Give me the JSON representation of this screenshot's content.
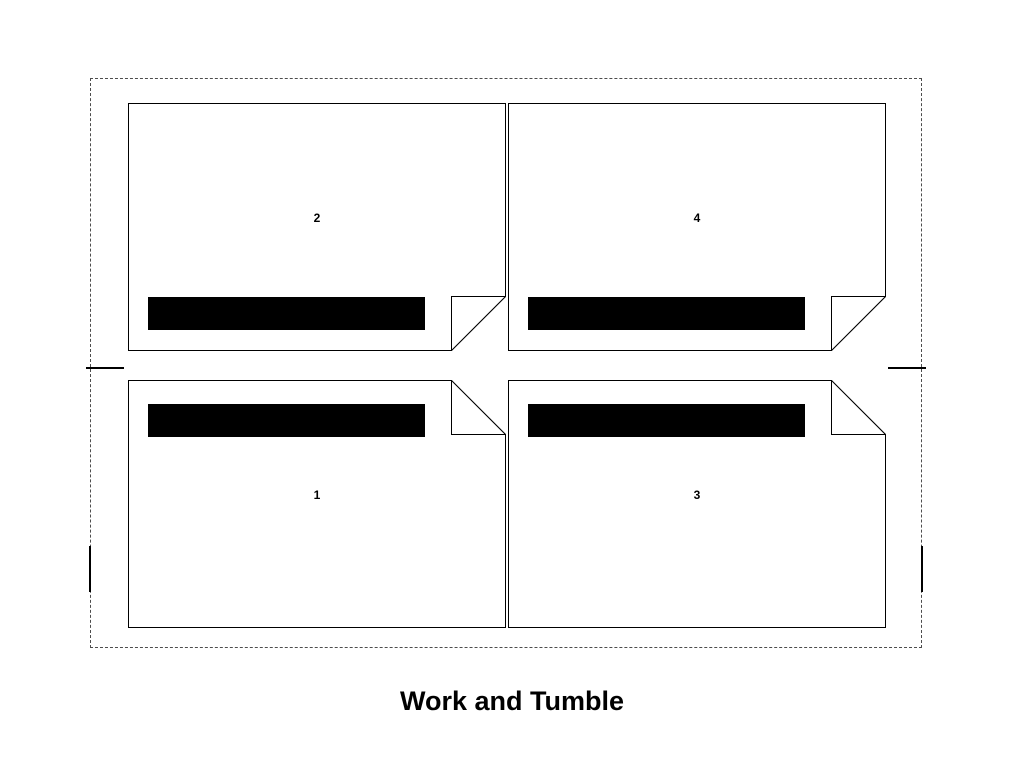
{
  "title": "Work and Tumble",
  "sheet": {
    "description": "Press sheet imposition layout with four panels",
    "pages": [
      {
        "number": "2",
        "quadrant": "top-left",
        "fold_corner": "bottom-right"
      },
      {
        "number": "4",
        "quadrant": "top-right",
        "fold_corner": "bottom-right"
      },
      {
        "number": "1",
        "quadrant": "bottom-left",
        "fold_corner": "top-right"
      },
      {
        "number": "3",
        "quadrant": "bottom-right",
        "fold_corner": "top-right"
      }
    ]
  },
  "colors": {
    "ink": "#000000",
    "paper": "#ffffff",
    "sheet_dash_border": "#4d4d4d"
  }
}
